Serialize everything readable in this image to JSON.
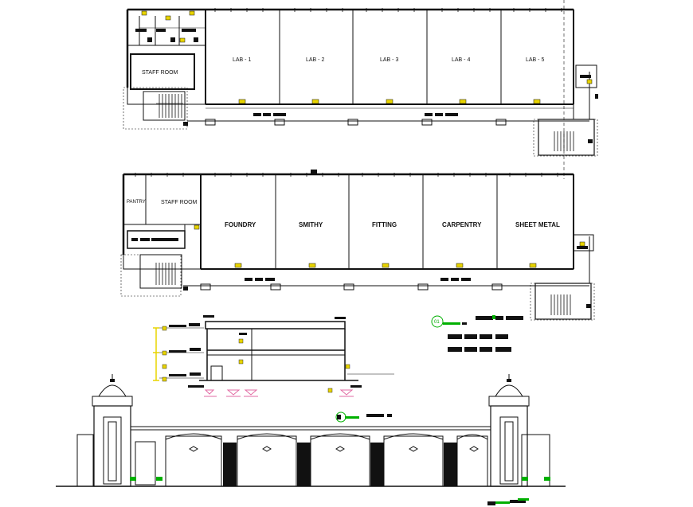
{
  "colors": {
    "line": "#111111",
    "accent": "#e8d400",
    "marker": "#00b000",
    "pink": "#e26aa3"
  },
  "first_floor": {
    "rooms": [
      "STAFF ROOM",
      "LAB - 1",
      "LAB - 2",
      "LAB - 3",
      "LAB - 4",
      "LAB - 5"
    ]
  },
  "ground_floor": {
    "rooms": [
      "PANTRY",
      "STAFF ROOM",
      "FOUNDRY",
      "SMITHY",
      "FITTING",
      "CARPENTRY",
      "SHEET METAL"
    ]
  },
  "section_marker": "01"
}
